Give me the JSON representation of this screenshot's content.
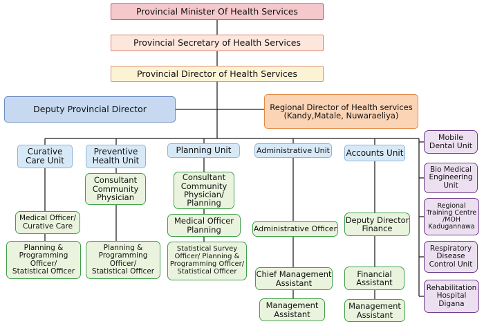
{
  "top": {
    "minister": "Provincial Minister Of Health Services",
    "secretary": "Provincial Secretary of Health Services",
    "director": "Provincial Director of Health Services"
  },
  "deputy_director": "Deputy Provincial Director",
  "regional_director": "Regional Director of Health services\n(Kandy,Matale, Nuwaraeliya)",
  "units": {
    "curative": {
      "title": "Curative\nCare Unit",
      "items": [
        "Medical Officer/\nCurative Care",
        "Planning &\nProgramming\nOfficer/\nStatistical Officer"
      ]
    },
    "preventive": {
      "title": "Preventive\nHealth Unit",
      "items": [
        "Consultant\nCommunity\nPhysician",
        "Planning &\nProgramming\nOfficer/\nStatistical Officer"
      ]
    },
    "planning": {
      "title": "Planning Unit",
      "items": [
        "Consultant\nCommunity\nPhysician/\nPlanning",
        "Medical Officer\nPlanning",
        "Statistical Survey\nOfficer/ Planning &\nProgramming Officer/\nStatistical Officer"
      ]
    },
    "administrative": {
      "title": "Administrative Unit",
      "items": [
        "Administrative Officer",
        "Chief Management\nAssistant",
        "Management\nAssistant"
      ]
    },
    "accounts": {
      "title": "Accounts Unit",
      "items": [
        "Deputy Director\nFinance",
        "Financial\nAssistant",
        "Management\nAssistant"
      ]
    }
  },
  "side_units": [
    "Mobile\nDental Unit",
    "Bio Medical\nEngineering\nUnit",
    "Regional\nTraining Centre\n/MOH\nKadugannawa",
    "Respiratory\nDisease\nControl Unit",
    "Rehabilitation\nHospital\nDigana"
  ]
}
